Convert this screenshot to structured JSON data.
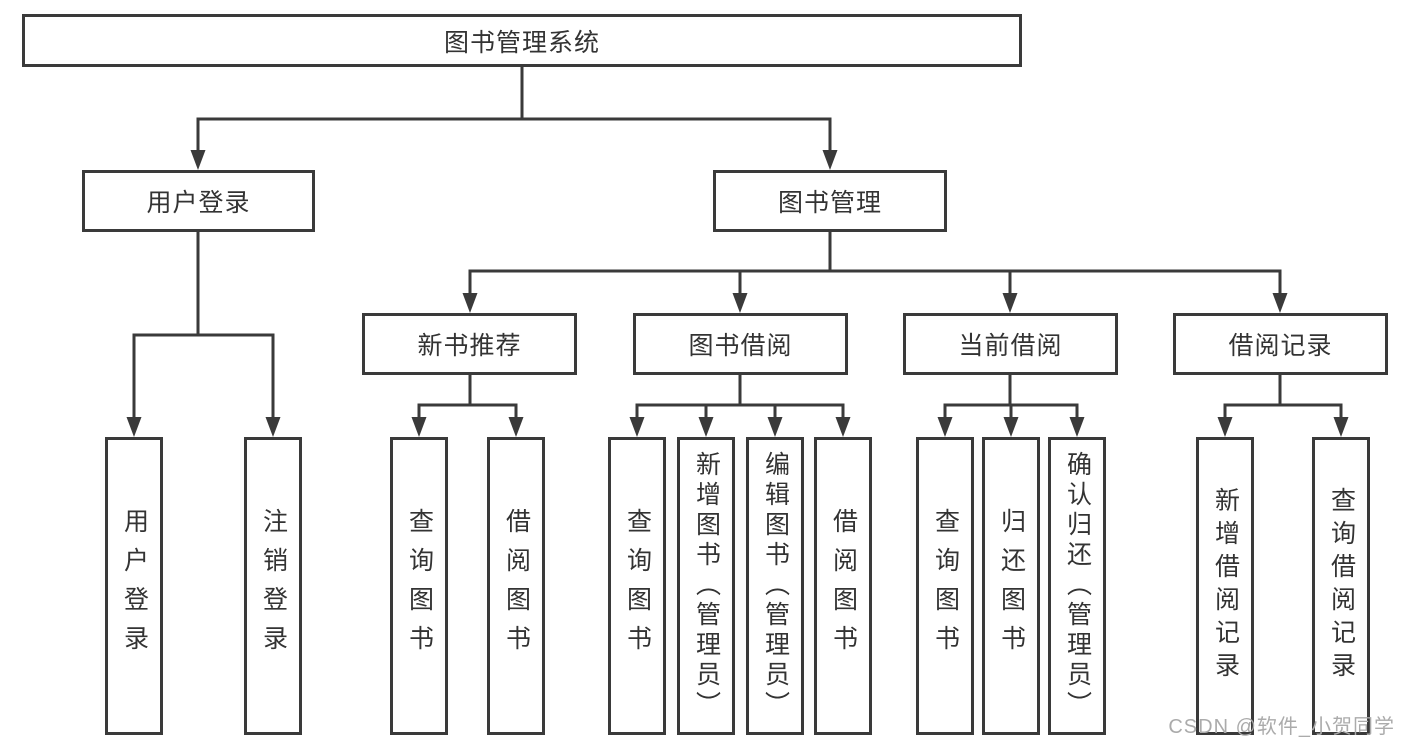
{
  "diagram": {
    "tree": {
      "label": "图书管理系统",
      "children": [
        {
          "label": "用户登录",
          "children": [
            {
              "label": "用户登录"
            },
            {
              "label": "注销登录"
            }
          ]
        },
        {
          "label": "图书管理",
          "children": [
            {
              "label": "新书推荐",
              "children": [
                {
                  "label": "查询图书"
                },
                {
                  "label": "借阅图书"
                }
              ]
            },
            {
              "label": "图书借阅",
              "children": [
                {
                  "label": "查询图书"
                },
                {
                  "label": "新增图书（管理员）"
                },
                {
                  "label": "编辑图书（管理员）"
                },
                {
                  "label": "借阅图书"
                }
              ]
            },
            {
              "label": "当前借阅",
              "children": [
                {
                  "label": "查询图书"
                },
                {
                  "label": "归还图书"
                },
                {
                  "label": "确认归还（管理员）"
                }
              ]
            },
            {
              "label": "借阅记录",
              "children": [
                {
                  "label": "新增借阅记录"
                },
                {
                  "label": "查询借阅记录"
                }
              ]
            }
          ]
        }
      ]
    },
    "watermark": "CSDN @软件_小贺同学",
    "colors": {
      "line": "#3a3a3a",
      "box_border": "#3a3a3a",
      "box_fill": "#ffffff",
      "text": "#333333",
      "watermark": "#ababab",
      "background": "#ffffff"
    }
  }
}
